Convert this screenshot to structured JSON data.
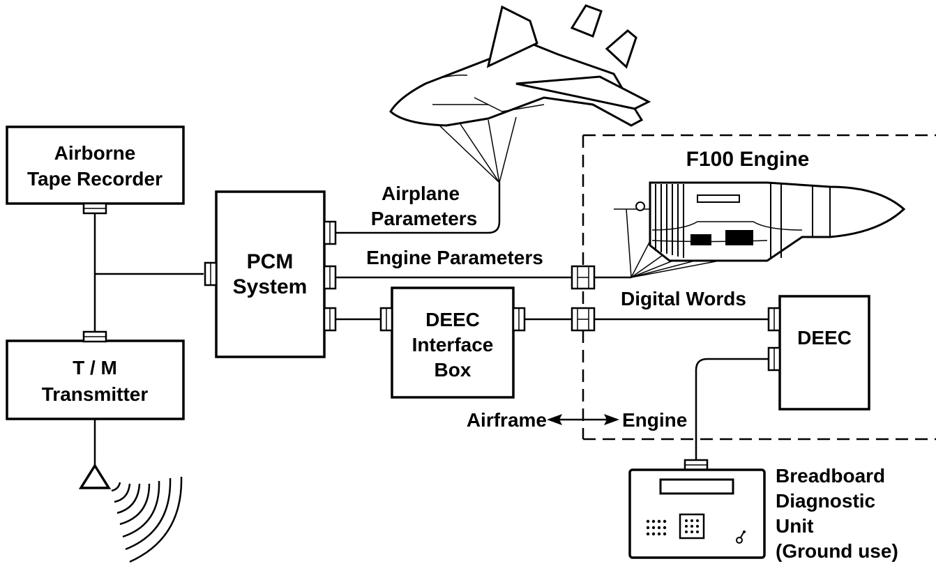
{
  "boxes": {
    "tape_recorder": [
      "Airborne",
      "Tape Recorder"
    ],
    "transmitter": [
      "T / M",
      "Transmitter"
    ],
    "pcm": [
      "PCM",
      "System"
    ],
    "deec_interface": [
      "DEEC",
      "Interface",
      "Box"
    ],
    "deec": "DEEC",
    "breadboard": [
      "Breadboard",
      "Diagnostic",
      "Unit",
      "(Ground use)"
    ]
  },
  "labels": {
    "airplane_parameters": [
      "Airplane",
      "Parameters"
    ],
    "engine_parameters": "Engine Parameters",
    "digital_words": "Digital Words",
    "f100_engine": "F100 Engine",
    "airframe": "Airframe",
    "engine": "Engine"
  }
}
